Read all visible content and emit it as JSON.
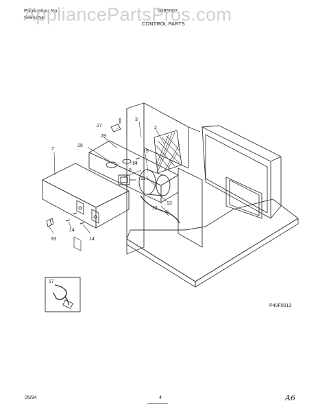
{
  "header": {
    "publication_label": "Publication No.",
    "publication_number": "5995254",
    "model_number": "5085007",
    "section_title": "CONTROL PARTS"
  },
  "watermark": "AppliancePartsPros.com",
  "diagram": {
    "part_labels": [
      "27",
      "3",
      "2",
      "28",
      "29",
      "7",
      "14",
      "9",
      "15",
      "11",
      "13",
      "12",
      "14",
      "14",
      "33",
      "17"
    ],
    "figure_code": "P40F0013"
  },
  "footer": {
    "date": "05/94",
    "page_number": "4",
    "handwritten_note": "A6"
  },
  "colors": {
    "line": "#333333",
    "watermark": "#c8c8c8"
  }
}
